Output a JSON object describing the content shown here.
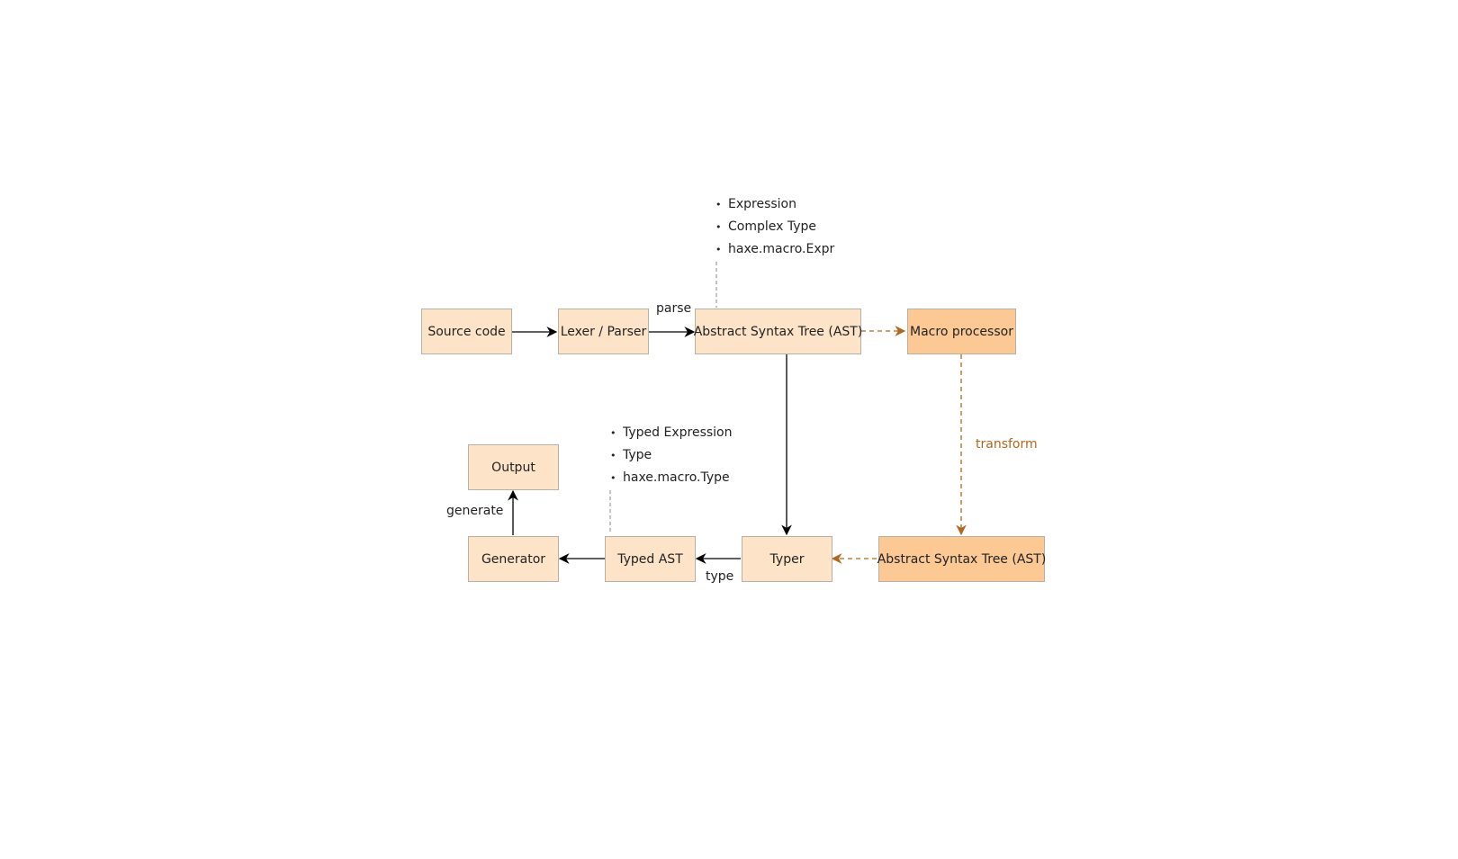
{
  "nodes": {
    "source_code": "Source code",
    "lexer_parser": "Lexer / Parser",
    "ast": "Abstract Syntax Tree (AST)",
    "macro_processor": "Macro processor",
    "ast_transformed": "Abstract Syntax Tree (AST)",
    "typer": "Typer",
    "typed_ast": "Typed AST",
    "generator": "Generator",
    "output": "Output"
  },
  "edge_labels": {
    "parse": "parse",
    "transform": "transform",
    "type": "type",
    "generate": "generate"
  },
  "ast_notes": [
    "Expression",
    "Complex Type",
    "haxe.macro.Expr"
  ],
  "typed_ast_notes": [
    "Typed Expression",
    "Type",
    "haxe.macro.Type"
  ],
  "colors": {
    "node_fill": "#fde3c8",
    "macro_fill": "#fcc995",
    "node_border": "#b8b0a4",
    "arrow": "#000000",
    "macro_arrow": "#b0661f",
    "note_connector": "#999999"
  }
}
